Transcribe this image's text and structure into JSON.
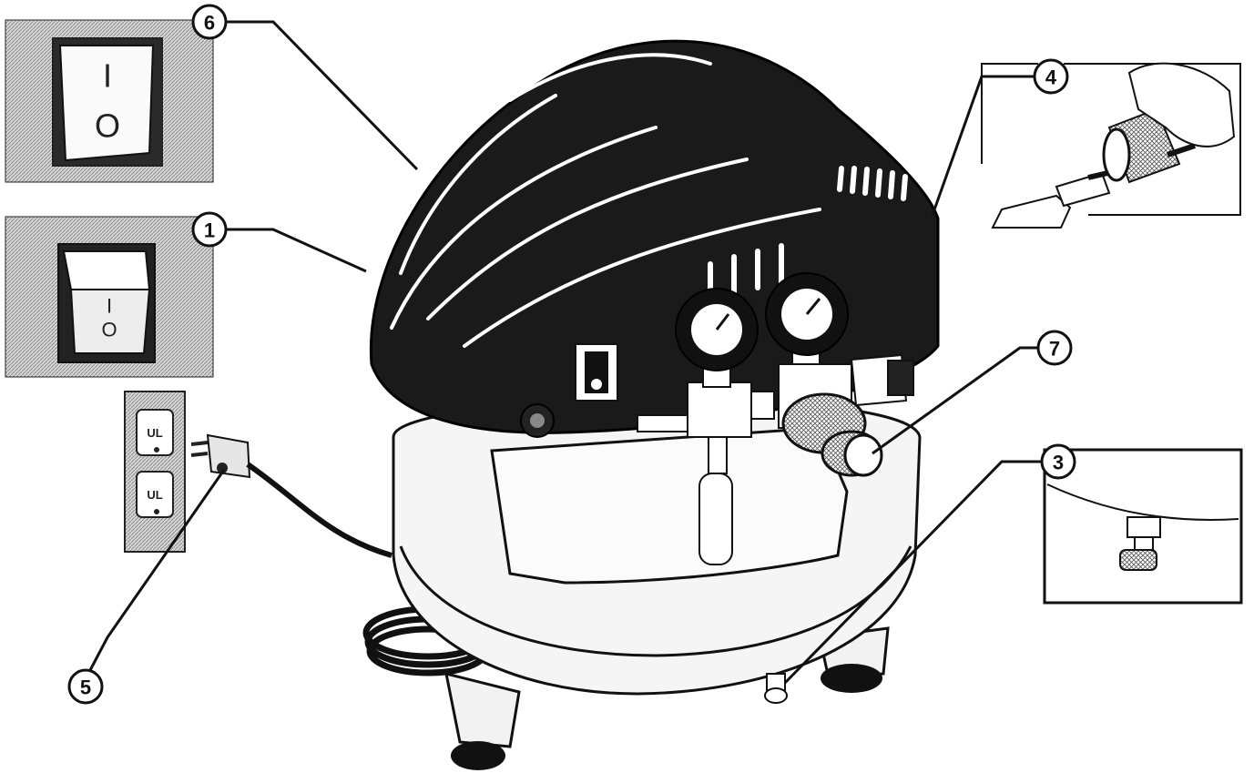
{
  "diagram": {
    "callouts": [
      {
        "id": "1",
        "label": "1"
      },
      {
        "id": "3",
        "label": "3"
      },
      {
        "id": "4",
        "label": "4"
      },
      {
        "id": "5",
        "label": "5"
      },
      {
        "id": "6",
        "label": "6"
      },
      {
        "id": "7",
        "label": "7"
      }
    ],
    "switch_glyphs": {
      "on_symbol": "I",
      "off_symbol": "O"
    },
    "outlet_label": "UL",
    "colors": {
      "ink": "#111111",
      "shroud": "#1a1a1a",
      "hatch": "#bdbdbd",
      "tank": "#f4f4f4",
      "outline": "#222222"
    }
  }
}
